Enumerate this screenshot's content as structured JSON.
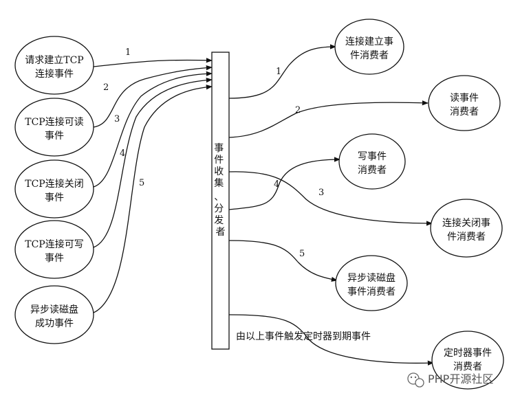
{
  "collector": {
    "label_lines": [
      "事",
      "件",
      "收",
      "集",
      "、",
      "分",
      "发",
      "者"
    ]
  },
  "events": [
    {
      "id": "e1",
      "lines": [
        "请求建立TCP",
        "连接事件"
      ],
      "number": "1"
    },
    {
      "id": "e2",
      "lines": [
        "TCP连接可读",
        "事件"
      ],
      "number": "2"
    },
    {
      "id": "e3",
      "lines": [
        "TCP连接关闭",
        "事件"
      ],
      "number": "3"
    },
    {
      "id": "e4",
      "lines": [
        "TCP连接可写",
        "事件"
      ],
      "number": "4"
    },
    {
      "id": "e5",
      "lines": [
        "异步读磁盘",
        "成功事件"
      ],
      "number": "5"
    }
  ],
  "consumers": [
    {
      "id": "c1",
      "lines": [
        "连接建立事",
        "件消费者"
      ],
      "number": "1"
    },
    {
      "id": "c2",
      "lines": [
        "读事件",
        "消费者"
      ],
      "number": "2"
    },
    {
      "id": "c3",
      "lines": [
        "写事件",
        "消费者"
      ],
      "number": "4"
    },
    {
      "id": "c4",
      "lines": [
        "连接关闭事",
        "件消费者"
      ],
      "number": "3"
    },
    {
      "id": "c5",
      "lines": [
        "异步读磁盘",
        "事件消费者"
      ],
      "number": "5"
    },
    {
      "id": "c6",
      "lines": [
        "定时器事件",
        "消费者"
      ],
      "number": ""
    }
  ],
  "timer_note": "由以上事件触发定时器到期事件",
  "watermark": "PHP开源社区",
  "watermark_icon": "wechat-icon"
}
